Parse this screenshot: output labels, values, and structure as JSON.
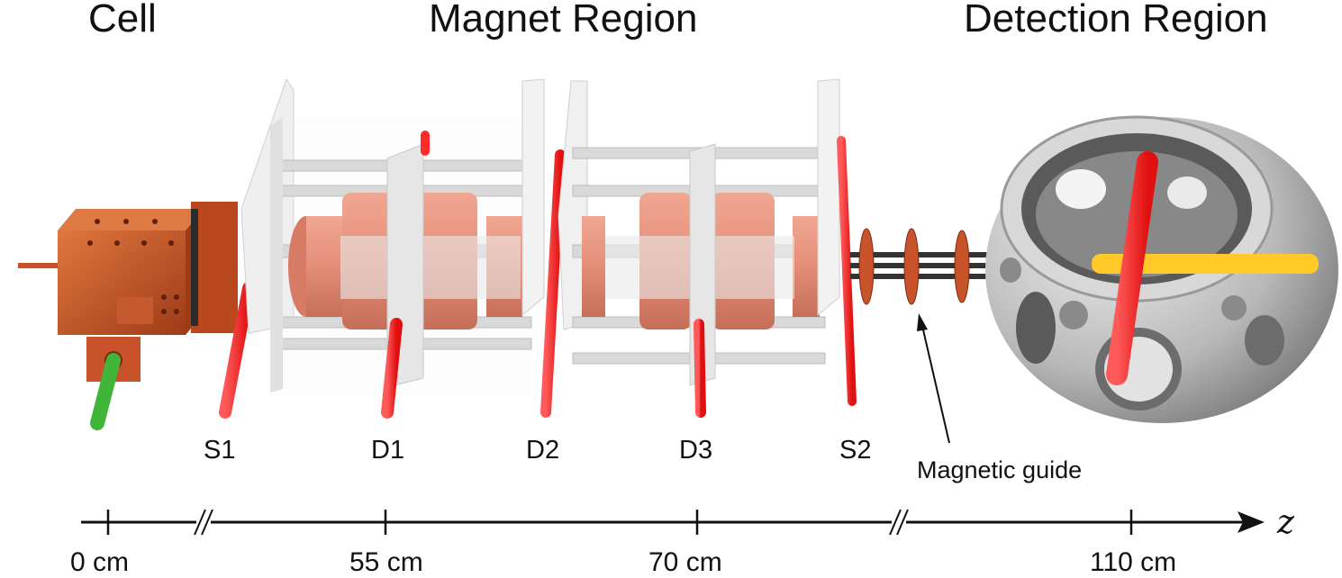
{
  "titles": {
    "cell": "Cell",
    "magnet_region": "Magnet Region",
    "detection_region": "Detection Region"
  },
  "beam_labels": [
    "S1",
    "D1",
    "D2",
    "D3",
    "S2"
  ],
  "magnetic_guide": "Magnetic guide",
  "axis": {
    "symbol": "z",
    "ticks": [
      "0 cm",
      "55 cm",
      "70 cm",
      "110 cm"
    ]
  },
  "colors": {
    "copper": "#c8532a",
    "laser_red": "#ff2b2b",
    "magnet_pink": "#e48e78",
    "frame_gray": "#dcdcdc",
    "chamber_steel": "#b8b8b8",
    "laser_yellow": "#ffc928",
    "green_tube": "#3fb53a"
  }
}
